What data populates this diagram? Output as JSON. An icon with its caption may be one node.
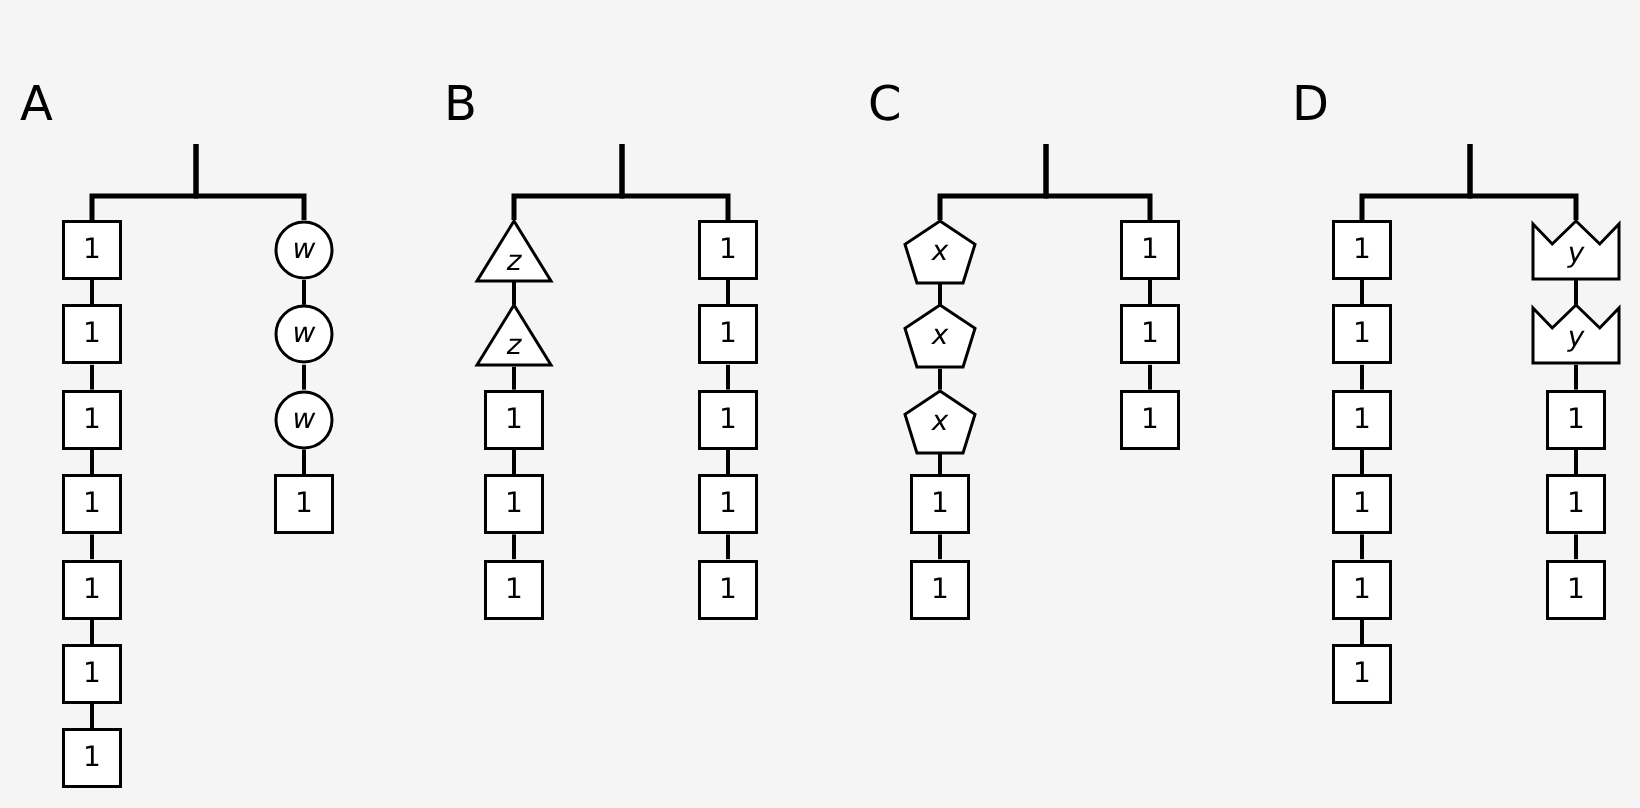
{
  "diagram": {
    "nodes": [
      {
        "text": [
          "1"
        ]
      },
      {
        "text": [
          "1"
        ]
      },
      {
        "text": [
          "1"
        ]
      },
      {
        "text": [
          "1"
        ]
      },
      {
        "text": [
          "1"
        ]
      },
      {
        "text": [
          "1"
        ]
      },
      {
        "text": [
          "1"
        ]
      },
      {
        "text": [
          "w"
        ]
      },
      {
        "text": [
          "w"
        ]
      },
      {
        "text": [
          "w"
        ]
      },
      {
        "text": [
          "1"
        ]
      },
      {
        "text": [
          "z"
        ]
      },
      {
        "text": [
          "z"
        ]
      },
      {
        "text": [
          "1"
        ]
      },
      {
        "text": [
          "1"
        ]
      },
      {
        "text": [
          "1"
        ]
      },
      {
        "text": [
          "1"
        ]
      },
      {
        "text": [
          "1"
        ]
      },
      {
        "text": [
          "1"
        ]
      },
      {
        "text": [
          "1"
        ]
      },
      {
        "text": [
          "1"
        ]
      },
      {
        "text": [
          "x"
        ]
      },
      {
        "text": [
          "x"
        ]
      },
      {
        "text": [
          "x"
        ]
      },
      {
        "text": [
          "1"
        ]
      },
      {
        "text": [
          "1"
        ]
      },
      {
        "text": [
          "1"
        ]
      },
      {
        "text": [
          "1"
        ]
      },
      {
        "text": [
          "1"
        ]
      },
      {
        "text": [
          "1"
        ]
      },
      {
        "text": [
          "1"
        ]
      },
      {
        "text": [
          "1"
        ]
      },
      {
        "text": [
          "1"
        ]
      },
      {
        "text": [
          "1"
        ]
      },
      {
        "text": [
          "1"
        ]
      },
      {
        "text": [
          "y"
        ]
      },
      {
        "text": [
          "y"
        ]
      },
      {
        "text": [
          "1"
        ]
      },
      {
        "text": [
          "1"
        ]
      },
      {
        "text": [
          "1"
        ]
      }
    ],
    "edges": [
      {
        "from": null,
        "to": 0,
        "arrow": "none"
      },
      {
        "from": null,
        "to": 7,
        "arrow": "none"
      },
      {
        "from": 0,
        "to": 1,
        "arrow": "none"
      },
      {
        "from": 1,
        "to": 2,
        "arrow": "none"
      },
      {
        "from": 2,
        "to": 3,
        "arrow": "none"
      },
      {
        "from": 3,
        "to": 4,
        "arrow": "none"
      },
      {
        "from": 4,
        "to": 5,
        "arrow": "none"
      },
      {
        "from": 5,
        "to": 6,
        "arrow": "none"
      },
      {
        "from": 7,
        "to": 8,
        "arrow": "none"
      },
      {
        "from": 8,
        "to": 9,
        "arrow": "none"
      },
      {
        "from": 9,
        "to": 10,
        "arrow": "none"
      },
      {
        "from": null,
        "to": 11,
        "arrow": "none"
      },
      {
        "from": null,
        "to": 16,
        "arrow": "none"
      },
      {
        "from": 11,
        "to": 12,
        "arrow": "none"
      },
      {
        "from": 12,
        "to": 13,
        "arrow": "none"
      },
      {
        "from": 13,
        "to": 14,
        "arrow": "none"
      },
      {
        "from": 14,
        "to": 15,
        "arrow": "none"
      },
      {
        "from": 16,
        "to": 17,
        "arrow": "none"
      },
      {
        "from": 17,
        "to": 18,
        "arrow": "none"
      },
      {
        "from": 18,
        "to": 19,
        "arrow": "none"
      },
      {
        "from": 19,
        "to": 20,
        "arrow": "none"
      },
      {
        "from": null,
        "to": 21,
        "arrow": "none"
      },
      {
        "from": null,
        "to": 26,
        "arrow": "none"
      },
      {
        "from": 21,
        "to": 22,
        "arrow": "none"
      },
      {
        "from": 22,
        "to": 23,
        "arrow": "none"
      },
      {
        "from": 23,
        "to": 24,
        "arrow": "none"
      },
      {
        "from": 24,
        "to": 25,
        "arrow": "none"
      },
      {
        "from": 26,
        "to": 27,
        "arrow": "none"
      },
      {
        "from": 27,
        "to": 28,
        "arrow": "none"
      },
      {
        "from": null,
        "to": 29,
        "arrow": "none"
      },
      {
        "from": null,
        "to": 35,
        "arrow": "none"
      },
      {
        "from": 29,
        "to": 30,
        "arrow": "none"
      },
      {
        "from": 30,
        "to": 31,
        "arrow": "none"
      },
      {
        "from": 31,
        "to": 32,
        "arrow": "none"
      },
      {
        "from": 32,
        "to": 33,
        "arrow": "none"
      },
      {
        "from": 33,
        "to": 34,
        "arrow": "none"
      },
      {
        "from": 35,
        "to": 36,
        "arrow": "none"
      },
      {
        "from": 36,
        "to": 37,
        "arrow": "none"
      },
      {
        "from": 37,
        "to": 38,
        "arrow": "none"
      },
      {
        "from": 38,
        "to": 39,
        "arrow": "none"
      }
    ],
    "labels": [
      "A",
      "B",
      "C",
      "D"
    ]
  }
}
